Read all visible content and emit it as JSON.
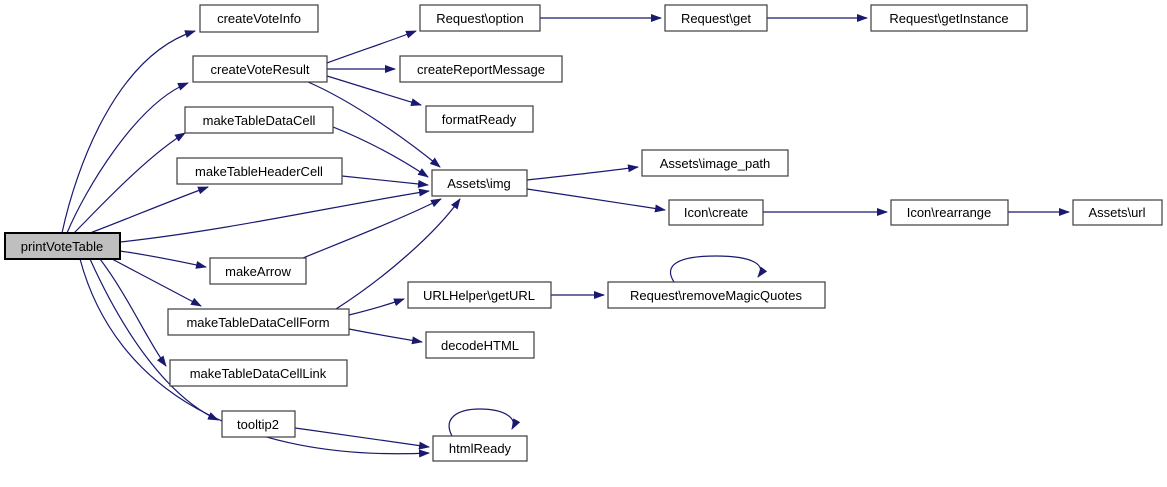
{
  "diagram": {
    "type": "function-call-graph",
    "colors": {
      "edge": "#191970",
      "node_border": "#3d3d3d",
      "node_fill": "#ffffff",
      "highlight_fill": "#bfbfbf",
      "text": "#000000"
    },
    "nodes": [
      {
        "id": "print-vote-table",
        "label": "printVoteTable",
        "highlighted": true
      },
      {
        "id": "create-vote-info",
        "label": "createVoteInfo",
        "highlighted": false
      },
      {
        "id": "create-vote-result",
        "label": "createVoteResult",
        "highlighted": false
      },
      {
        "id": "make-table-data-cell",
        "label": "makeTableDataCell",
        "highlighted": false
      },
      {
        "id": "make-table-header-cell",
        "label": "makeTableHeaderCell",
        "highlighted": false
      },
      {
        "id": "make-arrow",
        "label": "makeArrow",
        "highlighted": false
      },
      {
        "id": "make-table-data-cell-form",
        "label": "makeTableDataCellForm",
        "highlighted": false
      },
      {
        "id": "make-table-data-cell-link",
        "label": "makeTableDataCellLink",
        "highlighted": false
      },
      {
        "id": "tooltip2",
        "label": "tooltip2",
        "highlighted": false
      },
      {
        "id": "request-option",
        "label": "Request\\option",
        "highlighted": false
      },
      {
        "id": "create-report-message",
        "label": "createReportMessage",
        "highlighted": false
      },
      {
        "id": "format-ready",
        "label": "formatReady",
        "highlighted": false
      },
      {
        "id": "assets-img",
        "label": "Assets\\img",
        "highlighted": false
      },
      {
        "id": "urlhelper-geturl",
        "label": "URLHelper\\getURL",
        "highlighted": false
      },
      {
        "id": "decode-html",
        "label": "decodeHTML",
        "highlighted": false
      },
      {
        "id": "html-ready",
        "label": "htmlReady",
        "highlighted": false
      },
      {
        "id": "request-get",
        "label": "Request\\get",
        "highlighted": false
      },
      {
        "id": "assets-image-path",
        "label": "Assets\\image_path",
        "highlighted": false
      },
      {
        "id": "icon-create",
        "label": "Icon\\create",
        "highlighted": false
      },
      {
        "id": "request-remove-magic-quotes",
        "label": "Request\\removeMagicQuotes",
        "highlighted": false
      },
      {
        "id": "request-get-instance",
        "label": "Request\\getInstance",
        "highlighted": false
      },
      {
        "id": "icon-rearrange",
        "label": "Icon\\rearrange",
        "highlighted": false
      },
      {
        "id": "assets-url",
        "label": "Assets\\url",
        "highlighted": false
      }
    ],
    "edges": [
      {
        "from": "print-vote-table",
        "to": "create-vote-info"
      },
      {
        "from": "print-vote-table",
        "to": "create-vote-result"
      },
      {
        "from": "print-vote-table",
        "to": "make-table-data-cell"
      },
      {
        "from": "print-vote-table",
        "to": "make-table-header-cell"
      },
      {
        "from": "print-vote-table",
        "to": "assets-img"
      },
      {
        "from": "print-vote-table",
        "to": "make-arrow"
      },
      {
        "from": "print-vote-table",
        "to": "make-table-data-cell-form"
      },
      {
        "from": "print-vote-table",
        "to": "make-table-data-cell-link"
      },
      {
        "from": "print-vote-table",
        "to": "tooltip2"
      },
      {
        "from": "print-vote-table",
        "to": "html-ready"
      },
      {
        "from": "create-vote-result",
        "to": "request-option"
      },
      {
        "from": "create-vote-result",
        "to": "create-report-message"
      },
      {
        "from": "create-vote-result",
        "to": "format-ready"
      },
      {
        "from": "create-vote-result",
        "to": "assets-img"
      },
      {
        "from": "make-table-data-cell",
        "to": "assets-img"
      },
      {
        "from": "make-table-header-cell",
        "to": "assets-img"
      },
      {
        "from": "make-arrow",
        "to": "assets-img"
      },
      {
        "from": "make-table-data-cell-form",
        "to": "assets-img"
      },
      {
        "from": "make-table-data-cell-form",
        "to": "urlhelper-geturl"
      },
      {
        "from": "make-table-data-cell-form",
        "to": "decode-html"
      },
      {
        "from": "tooltip2",
        "to": "html-ready"
      },
      {
        "from": "request-option",
        "to": "request-get"
      },
      {
        "from": "request-get",
        "to": "request-get-instance"
      },
      {
        "from": "assets-img",
        "to": "assets-image-path"
      },
      {
        "from": "assets-img",
        "to": "icon-create"
      },
      {
        "from": "icon-create",
        "to": "icon-rearrange"
      },
      {
        "from": "icon-rearrange",
        "to": "assets-url"
      },
      {
        "from": "urlhelper-geturl",
        "to": "request-remove-magic-quotes"
      },
      {
        "from": "request-remove-magic-quotes",
        "to": "request-remove-magic-quotes"
      },
      {
        "from": "html-ready",
        "to": "html-ready"
      }
    ]
  }
}
